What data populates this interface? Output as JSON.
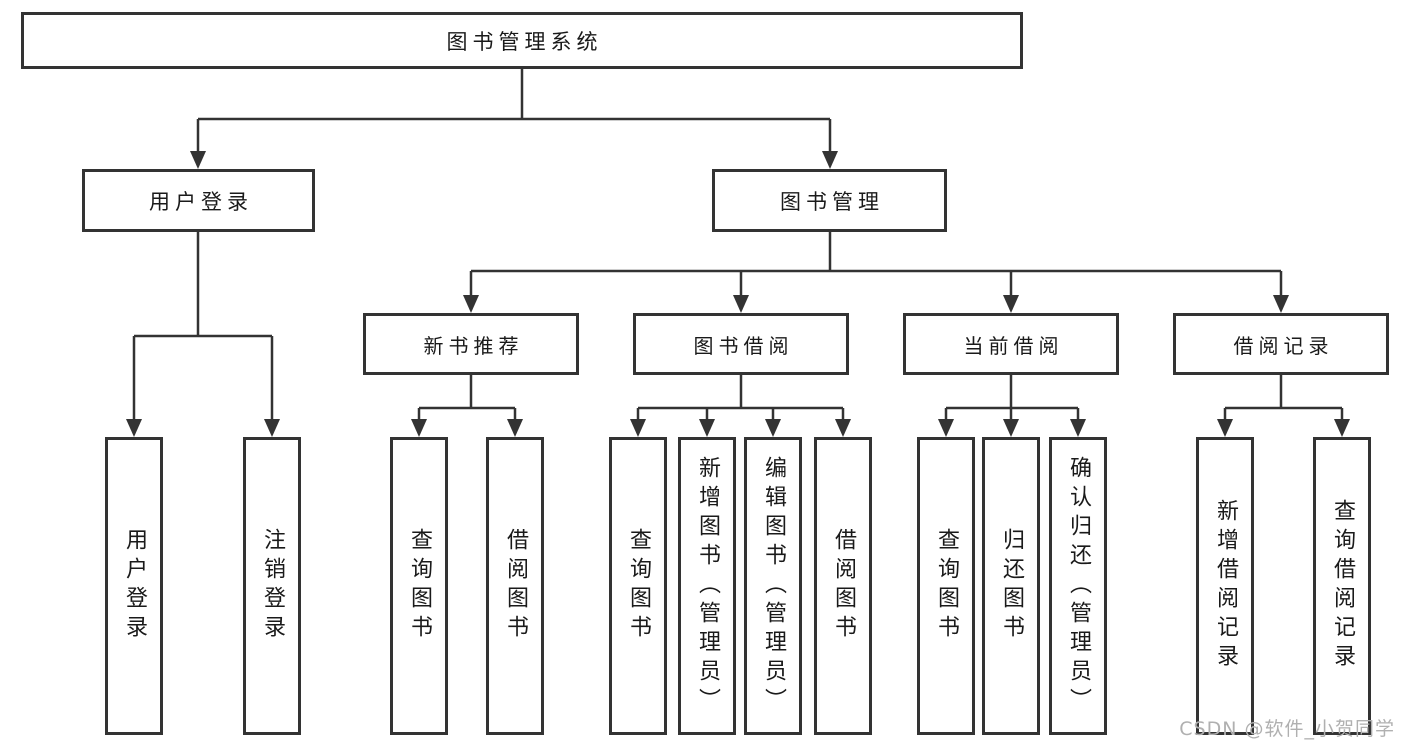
{
  "diagram": {
    "root": {
      "label": "图书管理系统"
    },
    "level2": [
      {
        "label": "用户登录"
      },
      {
        "label": "图书管理"
      }
    ],
    "level3": [
      {
        "label": "新书推荐"
      },
      {
        "label": "图书借阅"
      },
      {
        "label": "当前借阅"
      },
      {
        "label": "借阅记录"
      }
    ],
    "user_login_children": [
      {
        "label": "用户登录"
      },
      {
        "label": "注销登录"
      }
    ],
    "new_book_children": [
      {
        "label": "查询图书"
      },
      {
        "label": "借阅图书"
      }
    ],
    "book_borrow_children": [
      {
        "label": "查询图书"
      },
      {
        "label": "新增图书（管理员）"
      },
      {
        "label": "编辑图书（管理员）"
      },
      {
        "label": "借阅图书"
      }
    ],
    "current_borrow_children": [
      {
        "label": "查询图书"
      },
      {
        "label": "归还图书"
      },
      {
        "label": "确认归还（管理员）"
      }
    ],
    "borrow_record_children": [
      {
        "label": "新增借阅记录"
      },
      {
        "label": "查询借阅记录"
      }
    ]
  },
  "watermark": {
    "text": "CSDN @软件_小贺同学"
  },
  "colors": {
    "line": "#333333",
    "box_border": "#333333",
    "text": "#1a1a1a",
    "watermark": "#b0b0b0",
    "background": "#ffffff"
  }
}
